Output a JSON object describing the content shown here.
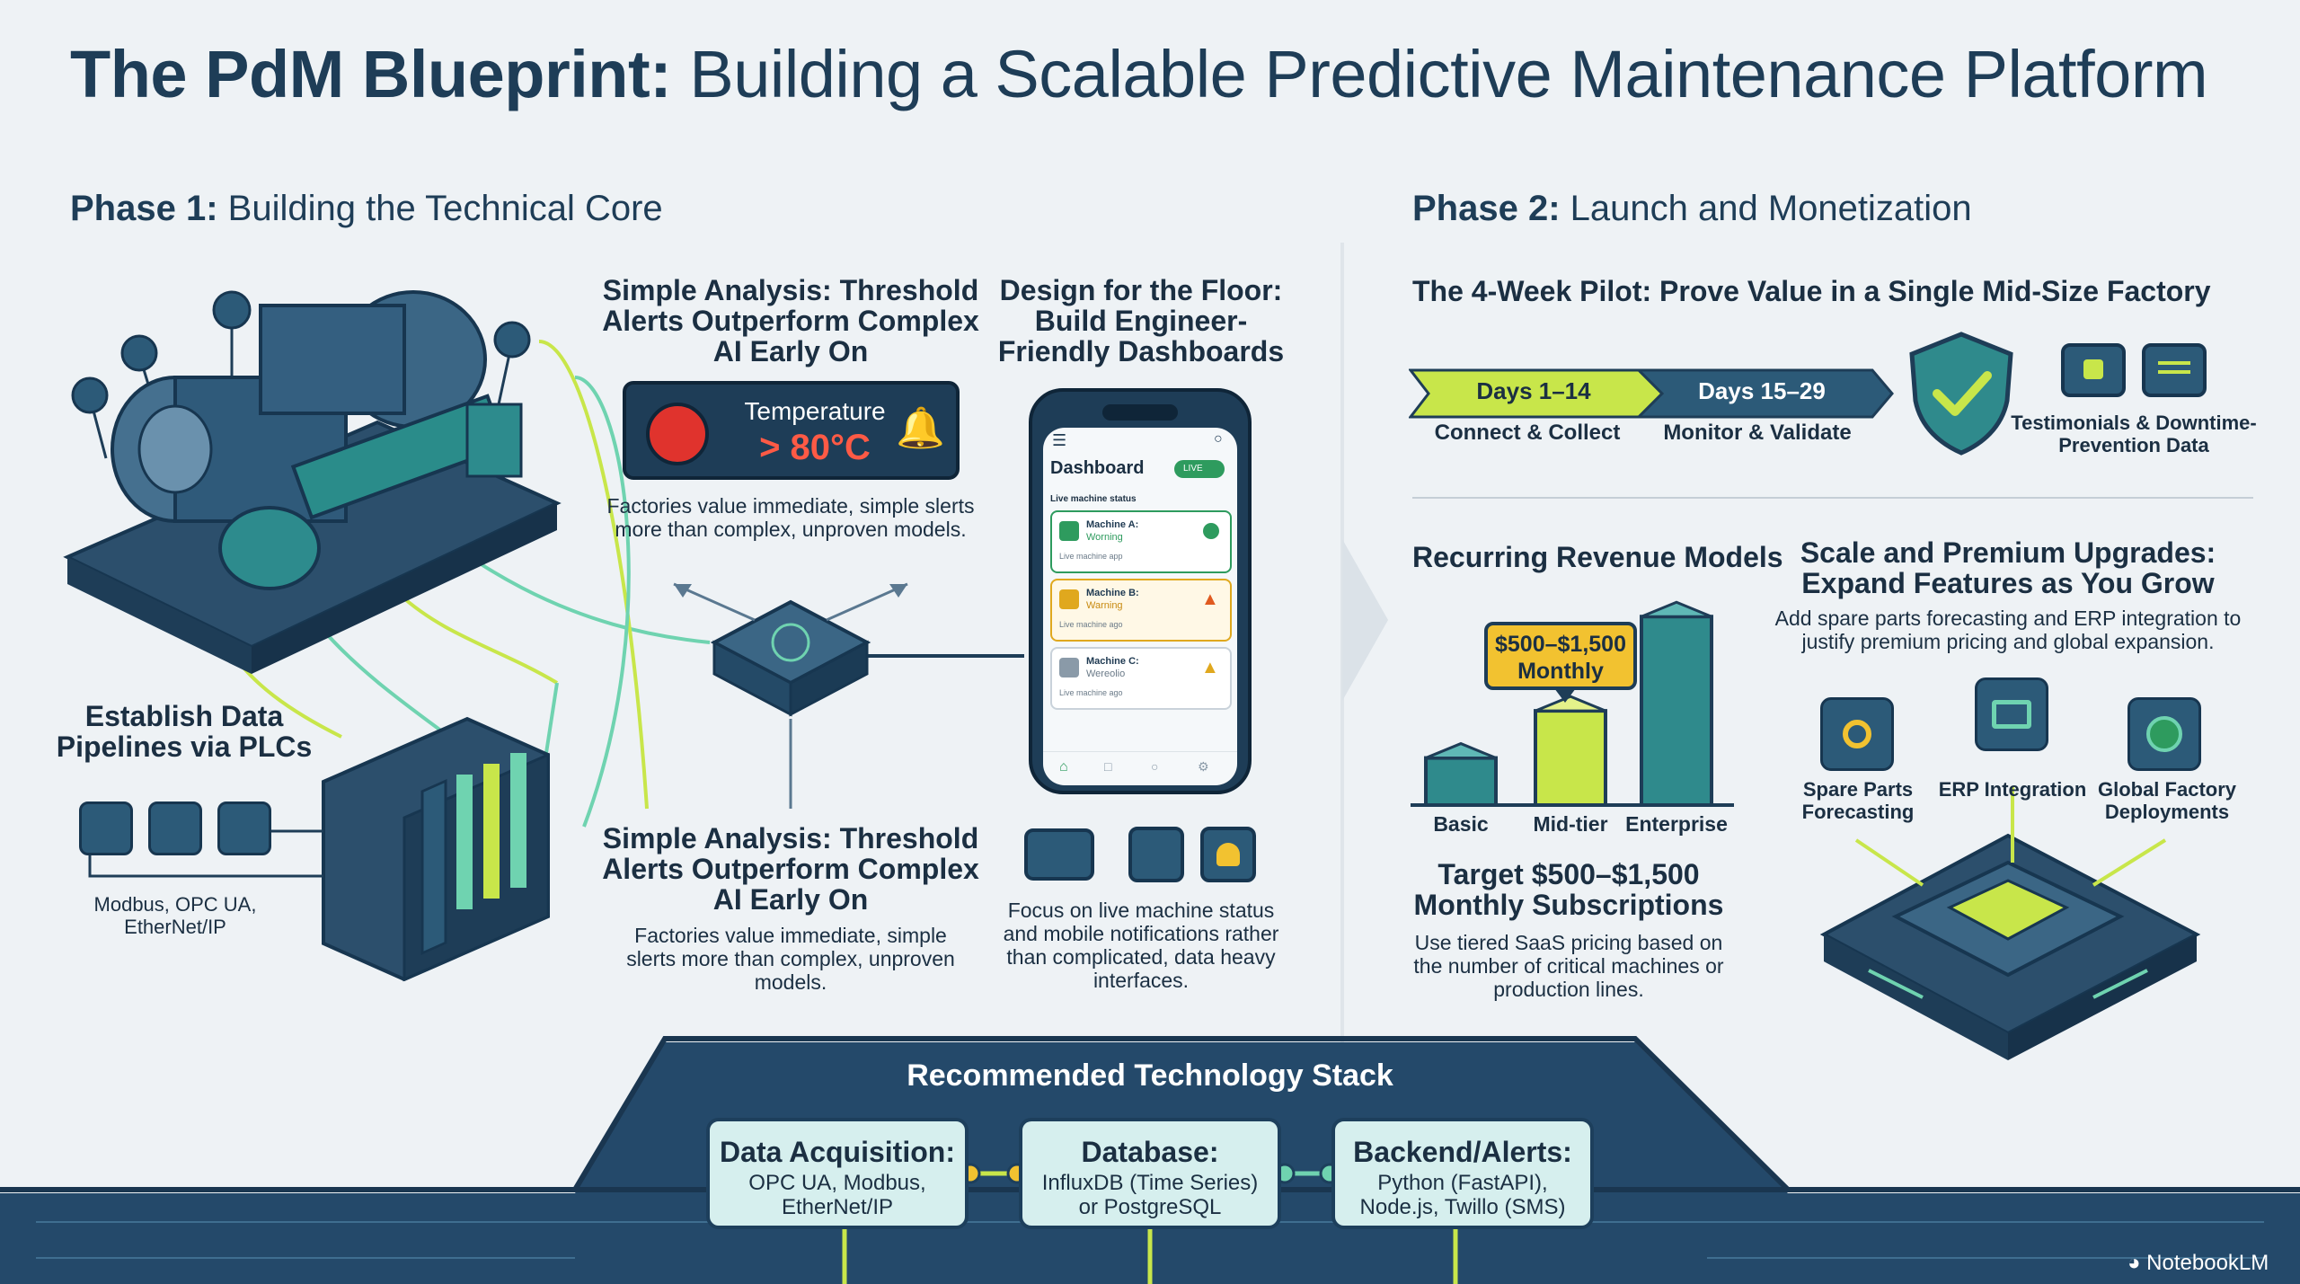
{
  "title": {
    "bold": "The PdM Blueprint:",
    "rest": "Building a Scalable Predictive Maintenance Platform"
  },
  "phase1": {
    "label": "Phase 1:",
    "title": "Building the Technical Core",
    "pipelines": {
      "heading": "Establish Data Pipelines via PLCs",
      "protocols": "Modbus, OPC UA, EtherNet/IP"
    },
    "analysis_top": {
      "heading": "Simple Analysis: Threshold Alerts Outperform Complex AI Early On",
      "alert_label": "Temperature",
      "alert_value": "> 80°C",
      "body": "Factories value immediate, simple slerts more than complex, unproven models."
    },
    "analysis_bottom": {
      "heading": "Simple Analysis: Threshold Alerts Outperform Complex AI Early On",
      "body": "Factories value immediate, simple slerts more than complex, unproven models."
    },
    "floor": {
      "heading": "Design for the Floor: Build Engineer-Friendly Dashboards",
      "body": "Focus on live machine status and mobile notifications rather than complicated, data heavy interfaces.",
      "phone": {
        "title": "Dashboard",
        "toggle": "LIVE",
        "section": "Live machine status",
        "machines": [
          {
            "name": "Machine A:",
            "status": "Worning",
            "sub": "Live machine app",
            "color": "#2e9b5e"
          },
          {
            "name": "Machine B:",
            "status": "Warning",
            "sub": "Live machine ago",
            "color": "#e0a81e"
          },
          {
            "name": "Machine C:",
            "status": "Wereolio",
            "sub": "Live machine ago",
            "color": "#e0a81e"
          }
        ]
      }
    }
  },
  "phase2": {
    "label": "Phase 2:",
    "title": "Launch and Monetization",
    "pilot": {
      "heading": "The 4-Week Pilot: Prove Value in a Single Mid-Size Factory",
      "steps": [
        {
          "range": "Days 1–14",
          "label": "Connect & Collect"
        },
        {
          "range": "Days 15–29",
          "label": "Monitor & Validate"
        }
      ],
      "testimonial": "Testimonials & Downtime-Prevention Data"
    },
    "revenue": {
      "heading": "Recurring Revenue Models",
      "callout": "$500–$1,500 Monthly",
      "target": "Target $500–$1,500 Monthly Subscriptions",
      "body": "Use tiered SaaS pricing based on the number of critical machines or production lines."
    },
    "upgrades": {
      "heading": "Scale and Premium Upgrades: Expand Features as You Grow",
      "body": "Add spare parts forecasting and ERP integration to justify premium pricing and global expansion.",
      "features": [
        {
          "label": "Spare Parts Forecasting",
          "icon": "wrench-gear-icon"
        },
        {
          "label": "ERP Integration",
          "icon": "folder-gear-icon"
        },
        {
          "label": "Global Factory Deployments",
          "icon": "globe-icon"
        }
      ]
    }
  },
  "chart_data": {
    "type": "bar",
    "categories": [
      "Basic",
      "Mid-tier",
      "Enterprise"
    ],
    "values": [
      1,
      2,
      4
    ],
    "title": "",
    "xlabel": "",
    "ylabel": "",
    "ylim": [
      0,
      4.5
    ]
  },
  "stack": {
    "heading": "Recommended Technology Stack",
    "items": [
      {
        "title": "Data Acquisition:",
        "desc": "OPC UA, Modbus, EtherNet/IP"
      },
      {
        "title": "Database:",
        "desc": "InfluxDB (Time Series) or PostgreSQL"
      },
      {
        "title": "Backend/Alerts:",
        "desc": "Python (FastAPI), Node.js, Twillo (SMS)"
      }
    ]
  },
  "brand": "NotebookLM",
  "colors": {
    "navy": "#1e3d57",
    "teal": "#2f8a8c",
    "lime": "#c8e64a",
    "alert_red": "#e0332d",
    "gold": "#f2c230",
    "mint": "#d6efee"
  }
}
